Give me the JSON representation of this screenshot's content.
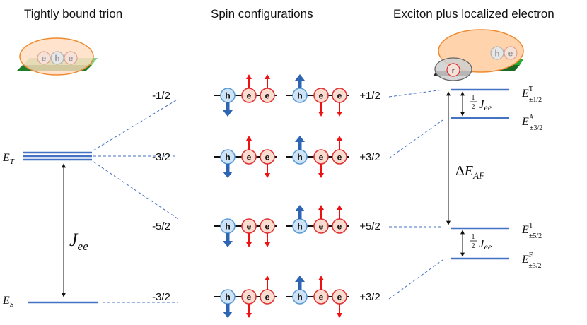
{
  "headers": {
    "left": "Tightly bound trion",
    "middle": "Spin configurations",
    "right": "Exciton plus localized electron"
  },
  "left_panel": {
    "trion_labels": [
      "e",
      "h",
      "e"
    ],
    "et_label": "E",
    "et_sub": "T",
    "es_label": "E",
    "es_sub": "S",
    "jee_label": "J",
    "jee_sub": "ee"
  },
  "right_panel": {
    "exciton_labels": [
      "h",
      "e"
    ],
    "localized_label": "r",
    "e_label": "E",
    "levels": [
      {
        "sup": "T",
        "sub": "±1/2"
      },
      {
        "sup": "A",
        "sub": "±3/2"
      },
      {
        "sup": "T",
        "sub": "±5/2"
      },
      {
        "sup": "F",
        "sub": "±3/2"
      }
    ],
    "half": {
      "num": "1",
      "den": "2"
    },
    "gap_jee": {
      "main": "J",
      "sub": "ee"
    },
    "delta_af": {
      "delta": "Δ",
      "main": "E",
      "sub": "AF"
    }
  },
  "spin_configs": [
    {
      "left": "-1/2",
      "right": "+1/2"
    },
    {
      "left": "-3/2",
      "right": "+3/2"
    },
    {
      "left": "-5/2",
      "right": "+5/2"
    },
    {
      "left": "-3/2",
      "right": "+3/2"
    }
  ],
  "particle_labels": {
    "hole": "h",
    "electron": "e"
  },
  "colors": {
    "level_blue": "#4472c4",
    "hole_fill": "#cfe3f7",
    "hole_edge": "#5b9bd5",
    "electron_fill": "#fbdcd0",
    "electron_edge": "#e03030",
    "spin_red": "#ee1111",
    "spin_blue": "#2e64b4",
    "platform_green": "#22aa33",
    "ellipse_orange": "#ffd9b3",
    "ellipse_edge": "#f08a30"
  }
}
